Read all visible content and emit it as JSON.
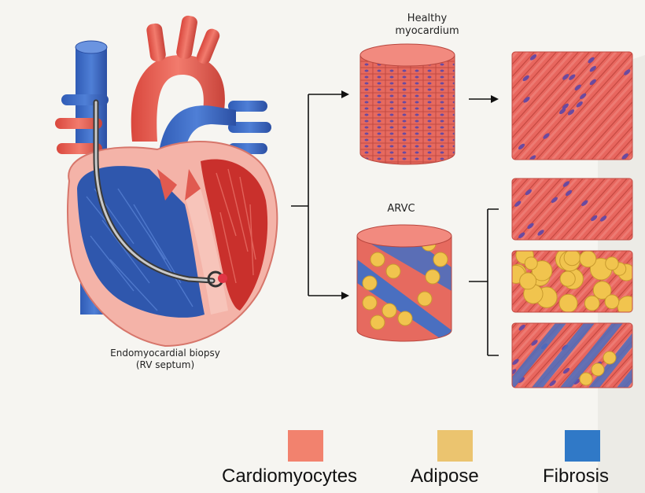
{
  "labels": {
    "healthy": "Healthy\nmyocardium",
    "arvc": "ARVC",
    "biopsy": "Endomyocardial biopsy\n(RV septum)"
  },
  "legend": [
    {
      "label": "Cardiomyocytes",
      "color": "#f2826e"
    },
    {
      "label": "Adipose",
      "color": "#ebc46f"
    },
    {
      "label": "Fibrosis",
      "color": "#3079c7"
    }
  ],
  "colors": {
    "myocyte": "#e8665e",
    "myocyte_light": "#f08a80",
    "vessel_blue": "#3f6cc4",
    "vessel_red": "#e85c50",
    "fat": "#f1c44e",
    "fibrosis": "#4a6fc0",
    "nucleus": "#6a4aa0"
  }
}
